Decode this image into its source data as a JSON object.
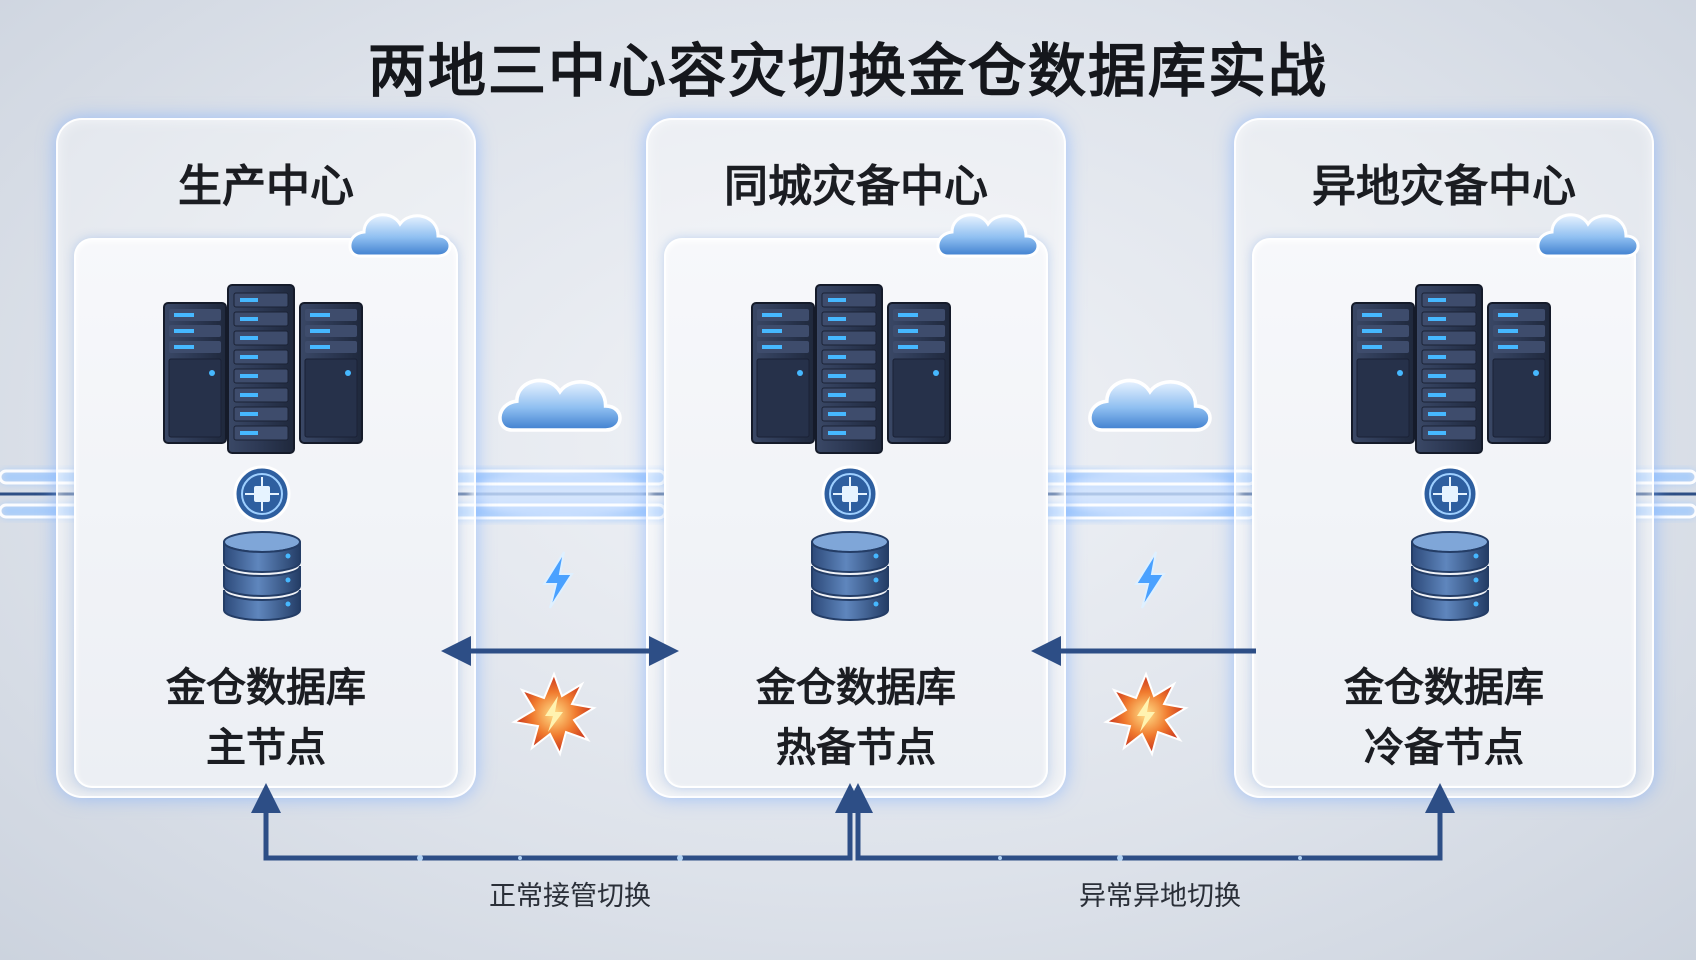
{
  "title": "两地三中心容灾切换金仓数据库实战",
  "centers": [
    {
      "name": "生产中心",
      "db_line1": "金仓数据库",
      "db_line2": "主节点"
    },
    {
      "name": "同城灾备中心",
      "db_line1": "金仓数据库",
      "db_line2": "热备节点"
    },
    {
      "name": "异地灾备中心",
      "db_line1": "金仓数据库",
      "db_line2": "冷备节点"
    }
  ],
  "switch_labels": {
    "left": "正常接管切换",
    "right": "异常异地切换"
  },
  "colors": {
    "arrow": "#2d4e86",
    "glow": "#7fb4ff",
    "server_body": "#2f3c58",
    "led": "#46b8ff",
    "db": "#3a5a8c",
    "lightning": "#3d8df0",
    "burst": "#e4562b"
  },
  "icons": [
    "cloud-icon",
    "server-rack-icon",
    "network-node-icon",
    "database-icon",
    "lightning-icon",
    "burst-icon",
    "bidirectional-arrow-icon",
    "left-arrow-icon"
  ]
}
